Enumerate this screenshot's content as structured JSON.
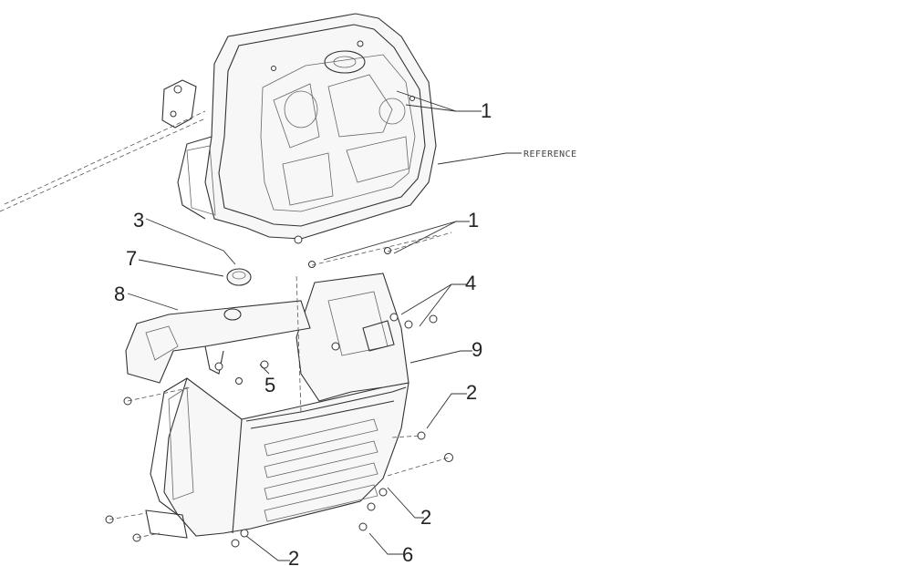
{
  "callouts": {
    "c1_top": "1",
    "c1_mid": "1",
    "c2_right": "2",
    "c2_lower": "2",
    "c2_bottom": "2",
    "c3": "3",
    "c4": "4",
    "c5": "5",
    "c6": "6",
    "c7": "7",
    "c8": "8",
    "c9": "9"
  },
  "reference_label": "REFERENCE"
}
